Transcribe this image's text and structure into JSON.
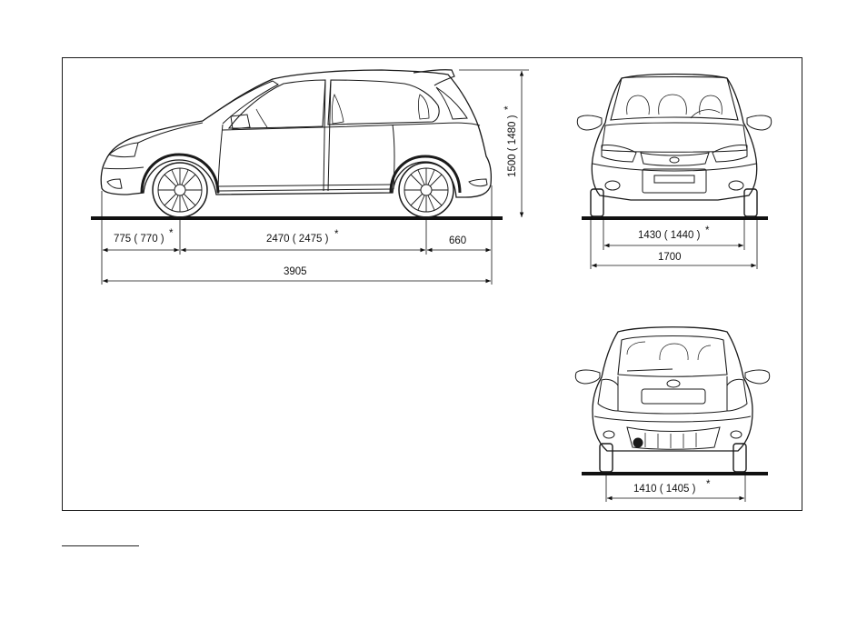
{
  "side_view": {
    "front_overhang": "775 ( 770 )",
    "wheelbase": "2470 ( 2475 )",
    "rear_overhang": "660",
    "overall_length": "3905",
    "overall_height": "1500 ( 1480 )"
  },
  "front_view": {
    "front_track": "1430 ( 1440 )",
    "overall_width": "1700"
  },
  "rear_view": {
    "rear_track": "1410 ( 1405 )"
  },
  "footnote_marker": "*",
  "line_color": "#1a1a1a",
  "ground_color": "#111111"
}
